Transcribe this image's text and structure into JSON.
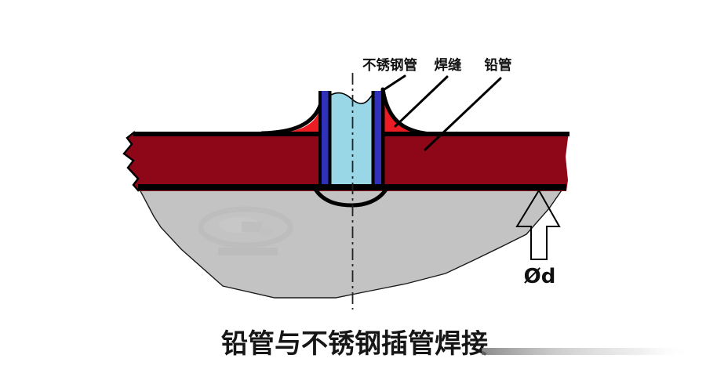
{
  "title": "铅管与不锈钢插管焊接",
  "callouts": {
    "stainless_steel_pipe": "不锈钢管",
    "weld_seam": "焊缝",
    "lead_pipe": "铅管"
  },
  "dimension": {
    "diameter_label": "Ød"
  },
  "colors": {
    "lead_pipe_wall": "#8D0718",
    "weld_fillet": "#EC1C24",
    "steel_pipe_wall": "#3030B8",
    "pipe_bore": "#9AD7E6",
    "interior_shadow": "#C3C3C3",
    "outline": "#000000"
  }
}
